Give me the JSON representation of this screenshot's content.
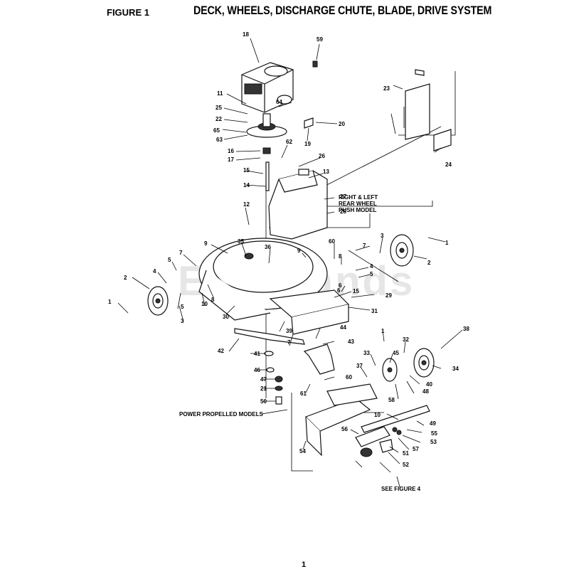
{
  "header": {
    "figure_label": "FIGURE 1",
    "title": "DECK, WHEELS, DISCHARGE CHUTE, BLADE, DRIVE SYSTEM"
  },
  "notes": {
    "rear_wheel": [
      "RIGHT & LEFT",
      "REAR WHEEL",
      "PUSH MODEL"
    ],
    "power_models": "POWER PROPELLED MODELS",
    "see_figure": "SEE FIGURE 4"
  },
  "watermark": "ERebrands",
  "page_number": "1",
  "callouts": [
    "18",
    "59",
    "23",
    "11",
    "25",
    "64",
    "22",
    "65",
    "63",
    "20",
    "19",
    "24",
    "16",
    "62",
    "17",
    "26",
    "15",
    "13",
    "14",
    "27",
    "28",
    "12",
    "9",
    "35",
    "36",
    "9",
    "60",
    "3",
    "7",
    "1",
    "7",
    "8",
    "4",
    "5",
    "2",
    "2",
    "4",
    "5",
    "5",
    "6",
    "15",
    "29",
    "1",
    "3",
    "8",
    "6",
    "10",
    "30",
    "31",
    "39",
    "7",
    "44",
    "1",
    "32",
    "38",
    "42",
    "43",
    "33",
    "45",
    "41",
    "34",
    "37",
    "46",
    "60",
    "40",
    "47",
    "61",
    "48",
    "21",
    "58",
    "50",
    "10",
    "49",
    "54",
    "56",
    "55",
    "53",
    "57",
    "51",
    "52"
  ]
}
